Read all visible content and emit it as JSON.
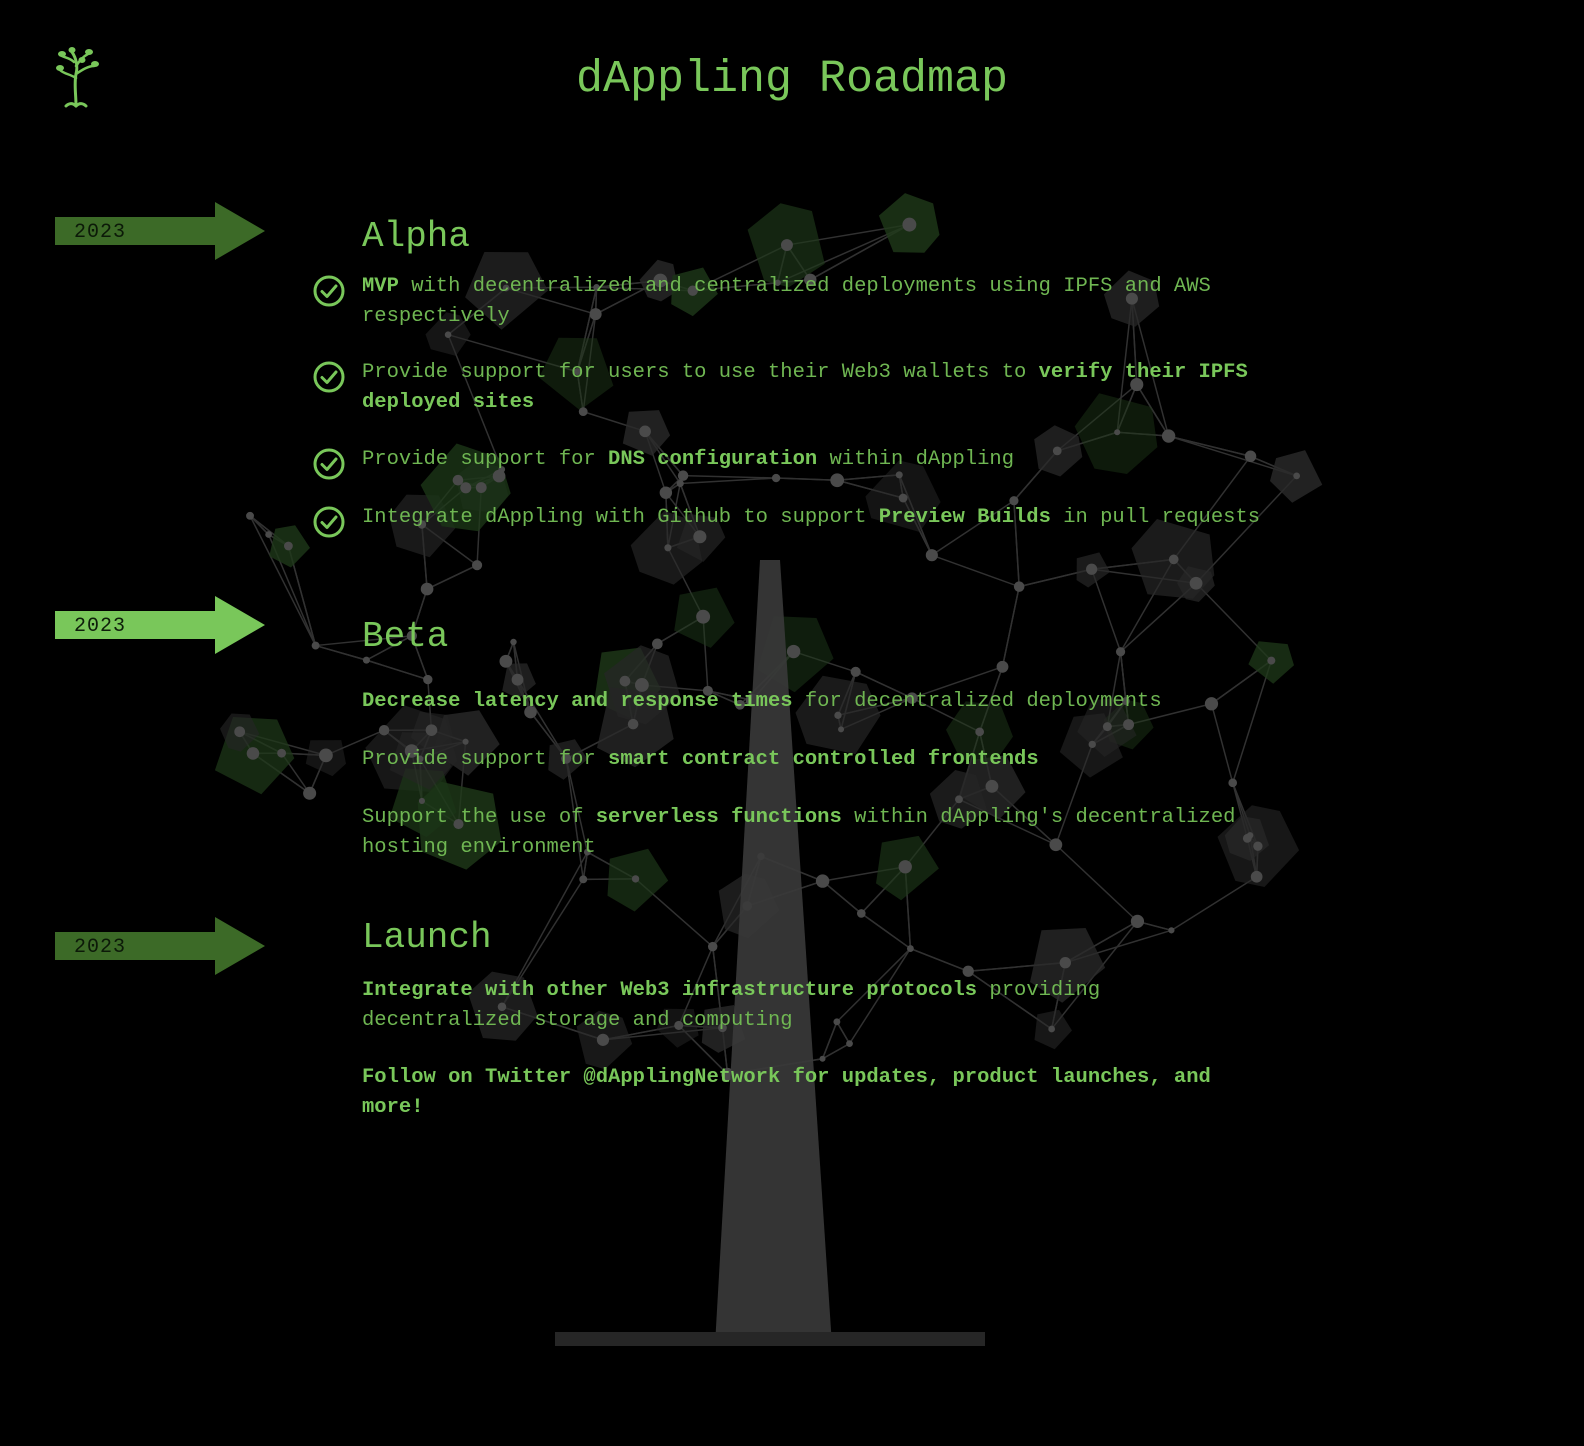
{
  "header": {
    "title": "dAppling Roadmap",
    "logo_icon": "tree-logo-icon"
  },
  "colors": {
    "accent": "#79c75a",
    "text": "#6fb652",
    "arrow_dim": "#3c6a27",
    "arrow_bright": "#79c75a",
    "background": "#000000"
  },
  "phases": [
    {
      "year": "2023",
      "title": "Alpha",
      "arrow_state": "dim",
      "items": [
        {
          "checked": true,
          "parts": [
            {
              "text": "MVP",
              "bold": true
            },
            {
              "text": " with decentralized and centralized deployments using IPFS and AWS respectively",
              "bold": false
            }
          ]
        },
        {
          "checked": true,
          "parts": [
            {
              "text": "Provide support for users to use their Web3 wallets to ",
              "bold": false
            },
            {
              "text": "verify their IPFS deployed sites",
              "bold": true
            }
          ]
        },
        {
          "checked": true,
          "parts": [
            {
              "text": "Provide support for ",
              "bold": false
            },
            {
              "text": "DNS configuration",
              "bold": true
            },
            {
              "text": " within dAppling",
              "bold": false
            }
          ]
        },
        {
          "checked": true,
          "parts": [
            {
              "text": "Integrate dAppling with Github to support ",
              "bold": false
            },
            {
              "text": "Preview Builds",
              "bold": true
            },
            {
              "text": " in pull requests",
              "bold": false
            }
          ]
        }
      ]
    },
    {
      "year": "2023",
      "title": "Beta",
      "arrow_state": "bright",
      "items": [
        {
          "checked": false,
          "parts": [
            {
              "text": "Decrease latency and response times",
              "bold": true
            },
            {
              "text": " for decentralized deployments",
              "bold": false
            }
          ]
        },
        {
          "checked": false,
          "parts": [
            {
              "text": "Provide support for ",
              "bold": false
            },
            {
              "text": "smart contract controlled frontends",
              "bold": true
            }
          ]
        },
        {
          "checked": false,
          "parts": [
            {
              "text": "Support the use of ",
              "bold": false
            },
            {
              "text": "serverless functions",
              "bold": true
            },
            {
              "text": " within dAppling's decentralized hosting environment",
              "bold": false
            }
          ]
        }
      ]
    },
    {
      "year": "2023",
      "title": "Launch",
      "arrow_state": "dim",
      "items": [
        {
          "checked": false,
          "parts": [
            {
              "text": "Integrate with other Web3 infrastructure protocols",
              "bold": true
            },
            {
              "text": " providing decentralized storage and computing",
              "bold": false
            }
          ]
        },
        {
          "checked": false,
          "parts": [
            {
              "text": "Follow on Twitter @dApplingNetwork for updates, product launches, and more!",
              "bold": true
            }
          ]
        }
      ]
    }
  ]
}
